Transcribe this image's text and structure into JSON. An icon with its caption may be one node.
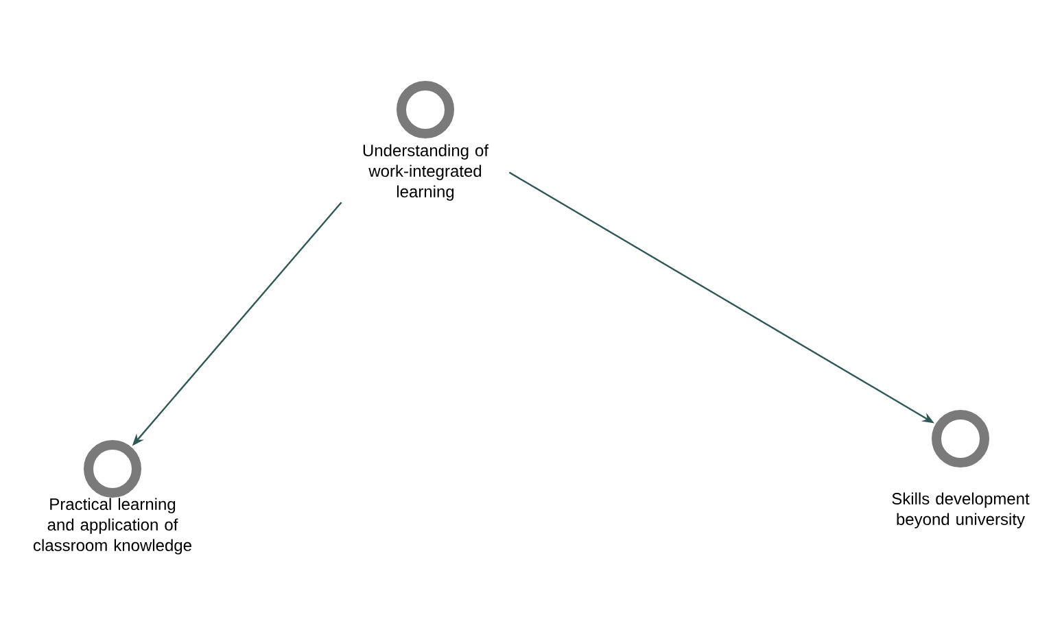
{
  "diagram": {
    "nodes": [
      {
        "text": [
          "Understanding of work-integrated learning"
        ]
      },
      {
        "text": [
          "Practical learning and application of classroom knowledge"
        ]
      },
      {
        "text": [
          "Skills development beyond university"
        ]
      }
    ],
    "edges": [
      {
        "from": 0,
        "to": 1,
        "arrow": "to"
      },
      {
        "from": 0,
        "to": 2,
        "arrow": "to"
      }
    ]
  }
}
